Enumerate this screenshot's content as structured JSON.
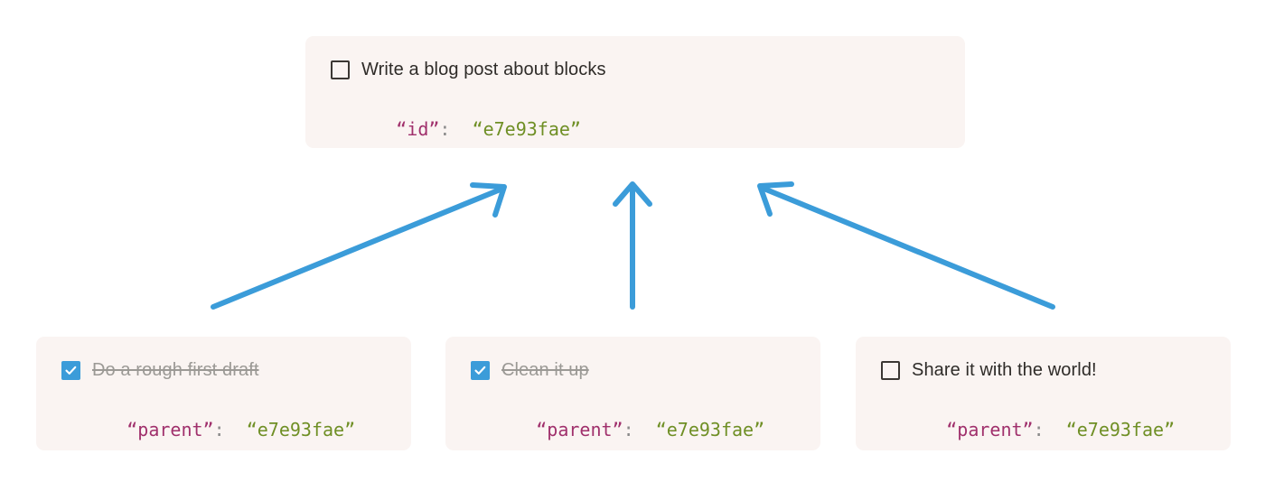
{
  "diagram": {
    "title": "Block parent-child relationship diagram",
    "colors": {
      "card_background": "#faf4f2",
      "arrow": "#3b9cd9",
      "checkbox_checked": "#3b9cd9",
      "checkbox_unchecked_border": "#3b3733",
      "label_text": "#2e2b28",
      "label_done_text": "#9b9995",
      "code_key": "#a0306c",
      "code_colon": "#8a8a8a",
      "code_value": "#6f8f25",
      "page_background": "#ffffff"
    }
  },
  "parent_card": {
    "checkbox_state": "unchecked",
    "checkbox_icon": "checkbox-empty-icon",
    "label": "Write a blog post about blocks",
    "code": {
      "key": "“id”",
      "colon": ":",
      "value": "“e7e93fae”"
    }
  },
  "child_cards": [
    {
      "checkbox_state": "checked",
      "checkbox_icon": "checkbox-checked-icon",
      "label": "Do a rough first draft",
      "done": true,
      "code": {
        "key": "“parent”",
        "colon": ":",
        "value": "“e7e93fae”"
      }
    },
    {
      "checkbox_state": "checked",
      "checkbox_icon": "checkbox-checked-icon",
      "label": "Clean it up",
      "done": true,
      "code": {
        "key": "“parent”",
        "colon": ":",
        "value": "“e7e93fae”"
      }
    },
    {
      "checkbox_state": "unchecked",
      "checkbox_icon": "checkbox-empty-icon",
      "label": "Share it with the world!",
      "done": false,
      "code": {
        "key": "“parent”",
        "colon": ":",
        "value": "“e7e93fae”"
      }
    }
  ],
  "arrows": [
    {
      "name": "arrow-left-child-to-parent",
      "from": "child-1",
      "to": "parent",
      "direction": "up-right"
    },
    {
      "name": "arrow-middle-child-to-parent",
      "from": "child-2",
      "to": "parent",
      "direction": "up"
    },
    {
      "name": "arrow-right-child-to-parent",
      "from": "child-3",
      "to": "parent",
      "direction": "up-left"
    }
  ]
}
